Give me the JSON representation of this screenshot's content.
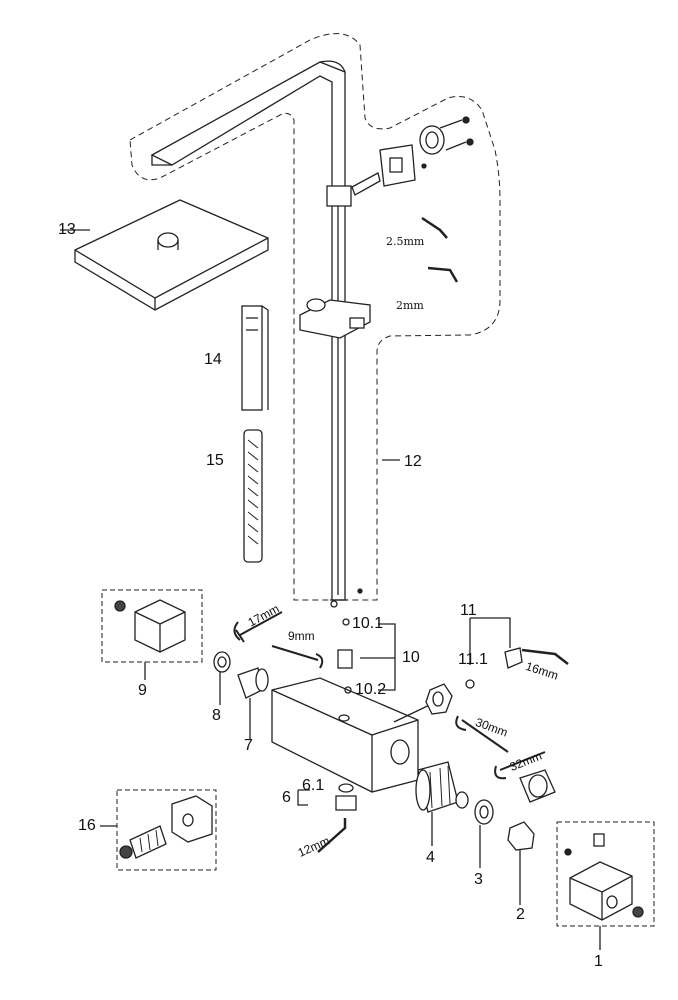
{
  "parts": {
    "p1": "1",
    "p2": "2",
    "p3": "3",
    "p4": "4",
    "p6": "6",
    "p6_1": "6.1",
    "p7": "7",
    "p8": "8",
    "p9": "9",
    "p10": "10",
    "p10_1": "10.1",
    "p10_2": "10.2",
    "p11": "11",
    "p11_1": "11.1",
    "p12": "12",
    "p13": "13",
    "p14": "14",
    "p15": "15",
    "p16": "16"
  },
  "tools": {
    "hex_2_5": "2.5mm",
    "hex_2": "2mm",
    "wrench_17": "17mm",
    "wrench_9": "9mm",
    "hex_16": "16mm",
    "wrench_30": "30mm",
    "wrench_32": "32mm",
    "hex_12": "12mm"
  }
}
